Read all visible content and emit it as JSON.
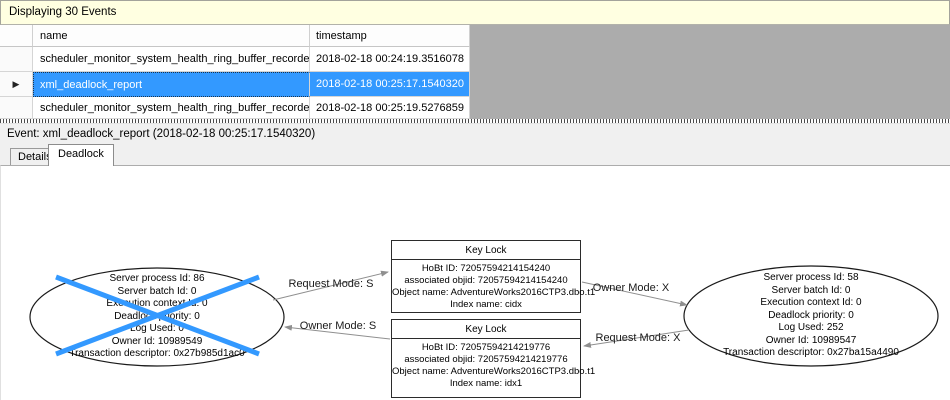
{
  "info_bar": {
    "text": "Displaying 30 Events"
  },
  "table": {
    "columns": {
      "name": "name",
      "timestamp": "timestamp"
    },
    "rows": [
      {
        "name": "scheduler_monitor_system_health_ring_buffer_recorded",
        "timestamp": "2018-02-18 00:24:19.3516078",
        "selected": false
      },
      {
        "name": "xml_deadlock_report",
        "timestamp": "2018-02-18 00:25:17.1540320",
        "selected": true
      },
      {
        "name": "scheduler_monitor_system_health_ring_buffer_recorded",
        "timestamp": "2018-02-18 00:25:19.5276859",
        "selected": false
      }
    ]
  },
  "icons": {
    "current_row_indicator": "▶"
  },
  "event_bar": {
    "text": "Event: xml_deadlock_report (2018-02-18 00:25:17.1540320)"
  },
  "tabs": {
    "details": "Details",
    "deadlock": "Deadlock"
  },
  "deadlock_graph": {
    "process_left": {
      "victim": true,
      "lines": [
        "Server process Id: 86",
        "Server batch Id: 0",
        "Execution context Id: 0",
        "Deadlock priority: 0",
        "Log Used: 0",
        "Owner Id: 10989549",
        "Transaction descriptor: 0x27b985d1ac0"
      ]
    },
    "process_right": {
      "victim": false,
      "lines": [
        "Server process Id: 58",
        "Server batch Id: 0",
        "Execution context Id: 0",
        "Deadlock priority: 0",
        "Log Used: 252",
        "Owner Id: 10989547",
        "Transaction descriptor: 0x27ba15a4490"
      ]
    },
    "resource_top": {
      "title": "Key Lock",
      "lines": [
        "HoBt ID: 72057594214154240",
        "associated objid: 72057594214154240",
        "Object name: AdventureWorks2016CTP3.dbo.t1",
        "Index name: cidx"
      ]
    },
    "resource_bottom": {
      "title": "Key Lock",
      "lines": [
        "HoBt ID: 72057594214219776",
        "associated objid: 72057594214219776",
        "Object name: AdventureWorks2016CTP3.dbo.t1",
        "Index name: idx1"
      ]
    },
    "edges": {
      "request_s": "Request Mode: S",
      "owner_s": "Owner Mode: S",
      "owner_x": "Owner Mode: X",
      "request_x": "Request Mode: X"
    }
  },
  "colors": {
    "selection_blue": "#3399FF",
    "victim_cross_blue": "#3399FF",
    "info_bar_yellow": "#FFFFE1",
    "grid_background_gray": "#ACACAC",
    "arrow_gray": "#8F8F8F"
  }
}
